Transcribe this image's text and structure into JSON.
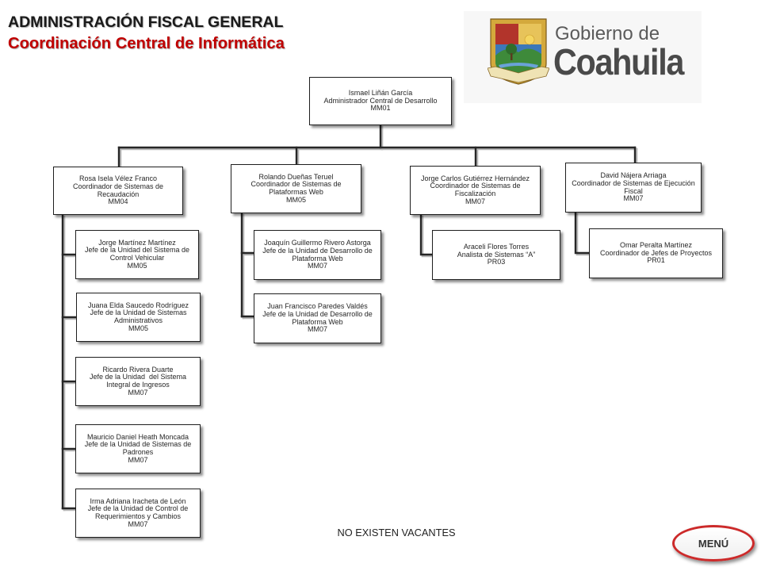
{
  "header": {
    "title": "ADMINISTRACIÓN FISCAL GENERAL",
    "subtitle": "Coordinación Central de Informática"
  },
  "logo": {
    "line1": "Gobierno de",
    "line2": "Coahuila"
  },
  "org": {
    "root": {
      "lines": [
        "Ismael Liñán García",
        "Administrador Central de Desarrollo",
        "MM01"
      ]
    },
    "coordinators": [
      {
        "lines": [
          "Rosa Isela Vélez Franco",
          "Coordinador de Sistemas de",
          "Recaudación",
          "MM04"
        ],
        "staff": [
          {
            "lines": [
              "Jorge Martínez Martínez",
              "Jefe de la Unidad del Sistema de",
              "Control Vehicular",
              "MM05"
            ]
          },
          {
            "lines": [
              "Juana Elda Saucedo Rodríguez",
              "Jefe de la Unidad de Sistemas",
              "Administrativos",
              "MM05"
            ]
          },
          {
            "lines": [
              "Ricardo Rivera Duarte",
              "Jefe de la Unidad  del Sistema",
              "Integral de Ingresos",
              "MM07"
            ]
          },
          {
            "lines": [
              "Mauricio Daniel Heath Moncada",
              "Jefe de la Unidad de Sistemas de",
              "Padrones",
              "MM07"
            ]
          },
          {
            "lines": [
              "Irma Adriana Iracheta de León",
              "Jefe de la Unidad de Control de",
              "Requerimientos y Cambios",
              "MM07"
            ]
          }
        ]
      },
      {
        "lines": [
          "Rolando Dueñas Teruel",
          "Coordinador de Sistemas de",
          "Plataformas Web",
          "MM05"
        ],
        "staff": [
          {
            "lines": [
              "Joaquín Guillermo Rivero Astorga",
              "Jefe de la Unidad de Desarrollo de",
              "Plataforma Web",
              "MM07"
            ]
          },
          {
            "lines": [
              "Juan Francisco Paredes Valdés",
              "Jefe de la Unidad de Desarrollo de",
              "Plataforma Web",
              "MM07"
            ]
          }
        ]
      },
      {
        "lines": [
          "Jorge Carlos Gutiérrez Hernández",
          "Coordinador de Sistemas de",
          "Fiscalización",
          "MM07"
        ],
        "staff": [
          {
            "lines": [
              "Araceli Flores Torres",
              "Analista de Sistemas “A”",
              "PR03"
            ]
          }
        ]
      },
      {
        "lines": [
          "David Nájera Arriaga",
          "Coordinador de Sistemas de Ejecución",
          "Fiscal",
          "MM07"
        ],
        "staff": [
          {
            "lines": [
              "Omar Peralta Martínez",
              "Coordinador de Jefes de Proyectos",
              "PR01"
            ]
          }
        ]
      }
    ]
  },
  "footer": {
    "note": "NO EXISTEN VACANTES"
  },
  "menu": {
    "label": "MENÚ"
  },
  "colors": {
    "title_text": "#1a1a1a",
    "subtitle_text": "#c00000",
    "menu_border": "#cc2a2a"
  }
}
